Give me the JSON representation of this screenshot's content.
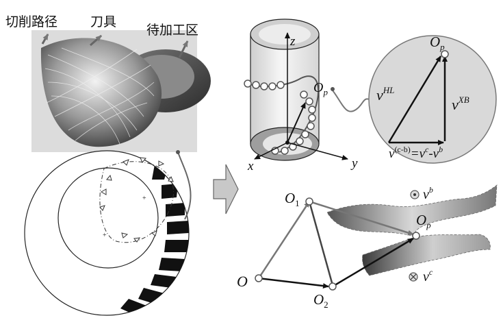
{
  "labels": {
    "cutting_path": "切削路径",
    "cutter": "刀具",
    "work_zone": "待加工区"
  },
  "axes": {
    "z": "z",
    "x": "x",
    "y": "y"
  },
  "points": {
    "Op": "O",
    "Op_sub": "p",
    "O": "O",
    "O1": "O",
    "O1_sub": "1",
    "O2": "O",
    "O2_sub": "2"
  },
  "vectors": {
    "vHL": "v",
    "vHL_sup": "HL",
    "vXB": "v",
    "vXB_sup": "XB",
    "eq_v": "v",
    "eq_sup1": "(c-b)",
    "eq_eq": "=v",
    "eq_sup2": "c",
    "eq_minus": "-v",
    "eq_sup3": "b",
    "vb": "v",
    "vb_sup": "b",
    "vc": "v",
    "vc_sup": "c"
  },
  "colors": {
    "gray_dark": "#3d3d3d",
    "gray_mid": "#7a7a7a",
    "gray_light": "#d4d4d4",
    "circle_fill": "#d9d9d9"
  }
}
